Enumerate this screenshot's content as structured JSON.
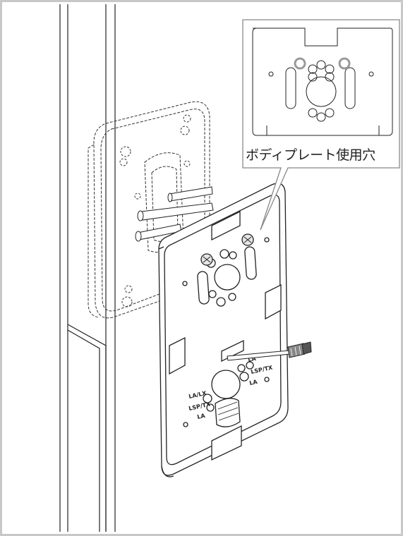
{
  "callout": {
    "label": "ボディプレート使用穴"
  },
  "plate_labels": {
    "la_lx": "LA/LX",
    "lsp_tx_left": "LSP/TX",
    "la_left": "LA",
    "la_right_top": "LA",
    "lsp_tx_right": "LSP/TX",
    "la_right": "LA"
  },
  "colors": {
    "line": "#222222",
    "highlight_holes": "#9a9a9a",
    "frame": "#c8c8c8"
  }
}
